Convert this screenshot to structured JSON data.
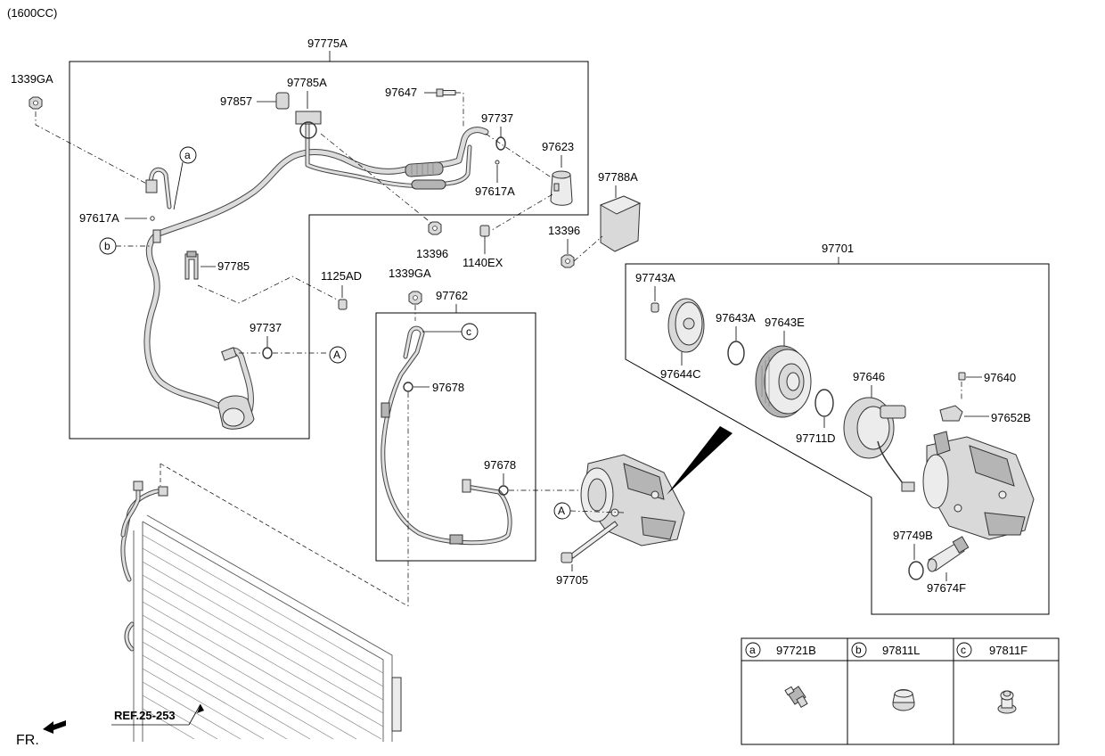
{
  "variant": "(1600CC)",
  "labels": {
    "p97775A": "97775A",
    "p1339GA_a": "1339GA",
    "p97857": "97857",
    "p97785A": "97785A",
    "p97647": "97647",
    "p97737_a": "97737",
    "p97623": "97623",
    "p97617A_a": "97617A",
    "p97617A_b": "97617A",
    "p97785": "97785",
    "p1125AD": "1125AD",
    "p97737_b": "97737",
    "p13396_a": "13396",
    "p1140EX": "1140EX",
    "p97788A": "97788A",
    "p13396_b": "13396",
    "p1339GA_b": "1339GA",
    "p97762": "97762",
    "p97678_a": "97678",
    "p97678_b": "97678",
    "p97705": "97705",
    "p97701": "97701",
    "p97743A": "97743A",
    "p97643A": "97643A",
    "p97643E": "97643E",
    "p97644C": "97644C",
    "p97646": "97646",
    "p97640": "97640",
    "p97652B": "97652B",
    "p97711D": "97711D",
    "p97749B": "97749B",
    "p97674F": "97674F",
    "ref": "REF.25-253",
    "fr": "FR."
  },
  "callouts": {
    "a": "a",
    "b": "b",
    "c": "c",
    "A": "A"
  },
  "legend": [
    {
      "letter": "a",
      "part": "97721B"
    },
    {
      "letter": "b",
      "part": "97811L"
    },
    {
      "letter": "c",
      "part": "97811F"
    }
  ]
}
